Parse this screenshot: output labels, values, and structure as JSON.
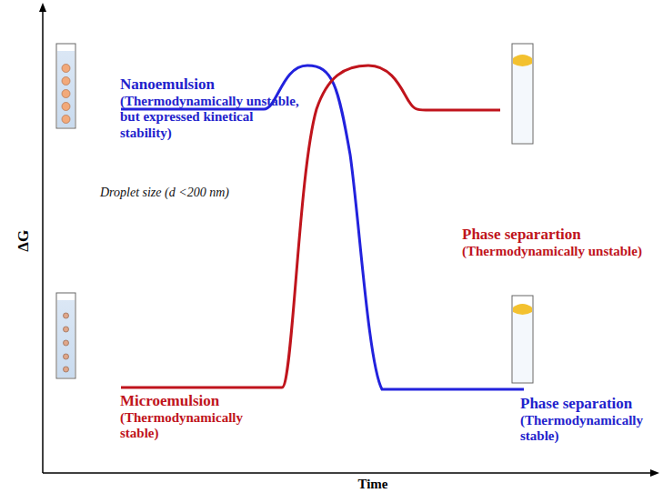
{
  "diagram": {
    "labels": [
      "ΔG",
      "Time",
      "Nanoemulsion",
      "(Thermodynamically unstable, but expressed kinetical stability)",
      "Droplet size (d <200 nm)",
      "Microemulsion",
      "(Thermodynamically stable)",
      "Phase separartion",
      "(Thermodynamically unstable)",
      "Phase separation",
      "(Thermodynamically stable)"
    ]
  }
}
